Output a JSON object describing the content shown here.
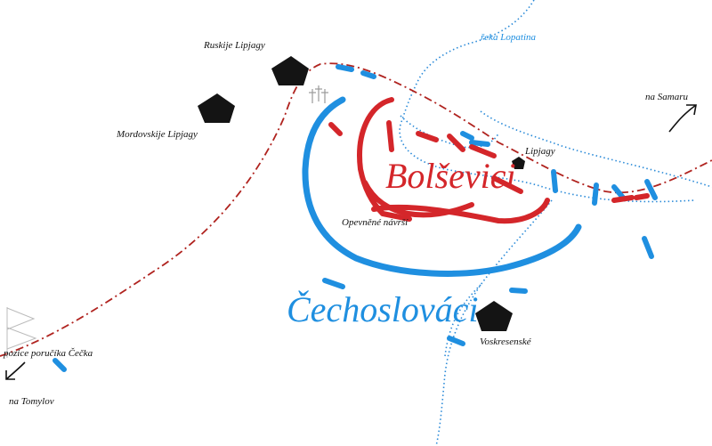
{
  "labels": {
    "ruskije": "Ruskije Lipjagy",
    "mordovskije": "Mordovskije Lipjagy",
    "reka": "řeka Lopatina",
    "na_samaru": "na Samaru",
    "lipjagy": "Lipjagy",
    "bolsevici": "Bolševici",
    "opevnene": "Opevněné návrší",
    "cechoslovaci": "Čechoslováci",
    "voskresenske": "Voskresenské",
    "pozice": "pozice poručíka Čečka",
    "na_tomylov": "na Tomylov"
  },
  "colors": {
    "red": "#d4262a",
    "blue": "#1f8fe0",
    "road": "#b0231f",
    "river": "#2a8ad8",
    "village": "#141414"
  },
  "icons": [
    "pentagon-village-icon",
    "arrow-icon",
    "cemetery-crosses-icon",
    "flag-icon"
  ]
}
